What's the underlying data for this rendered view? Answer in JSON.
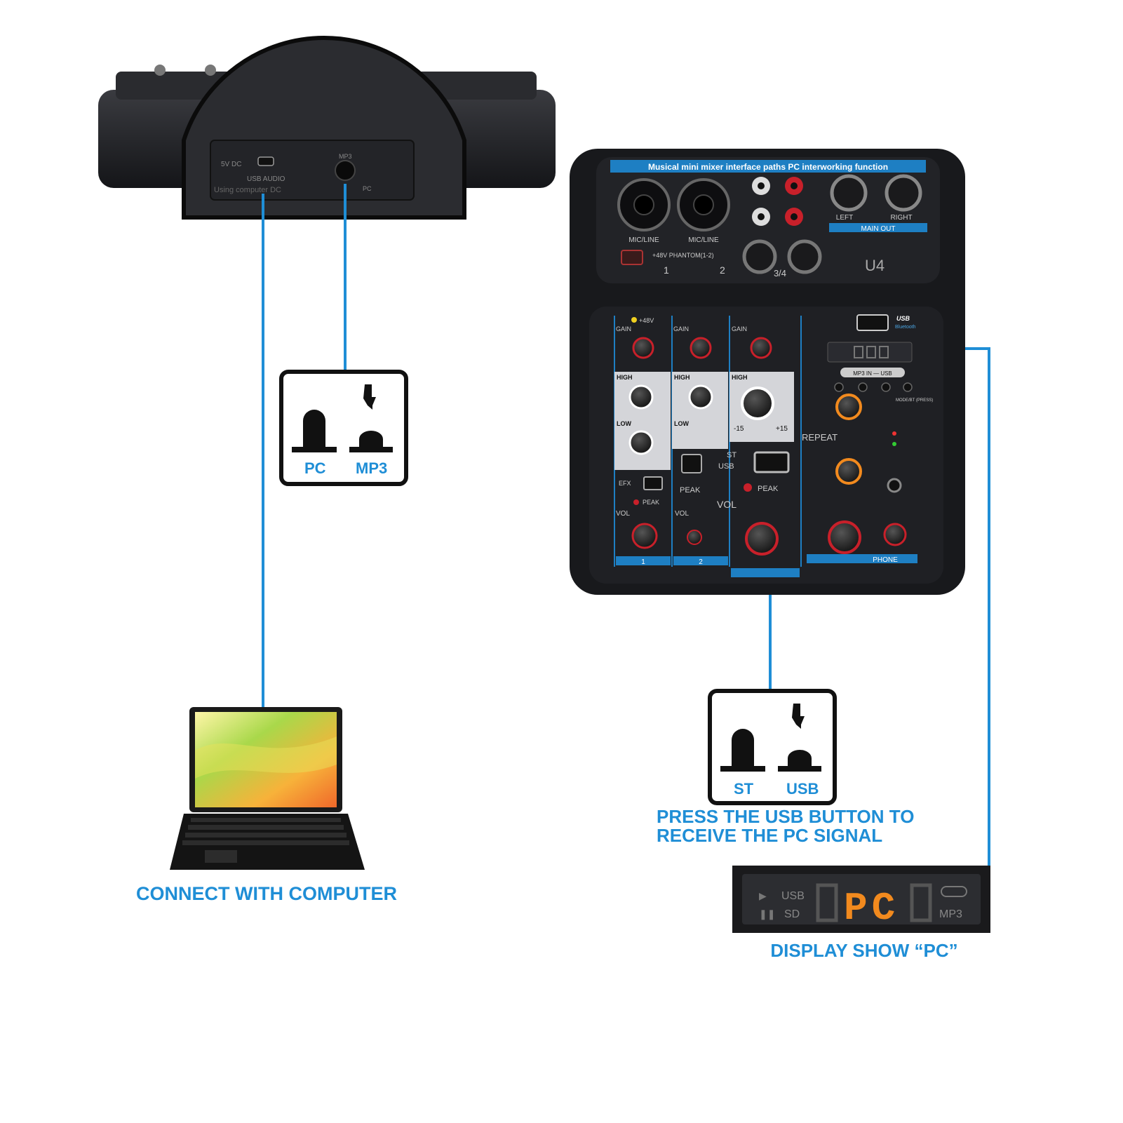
{
  "rear_panel": {
    "dc_label": "5V DC",
    "usb_label": "USB AUDIO",
    "mp3_label": "MP3",
    "pc_label": "PC",
    "caption": "Using computer DC"
  },
  "switch_pc_mp3": {
    "left_label": "PC",
    "right_label": "MP3"
  },
  "switch_st_usb": {
    "left_label": "ST",
    "right_label": "USB"
  },
  "mixer": {
    "banner": "Musical mini mixer interface paths PC interworking function",
    "model": "U4",
    "mic_line_label": "MIC/LINE",
    "phantom_label": "+48V PHANTOM(1-2)",
    "ch1": "1",
    "ch2": "2",
    "ch34": "3/4",
    "left": "LEFT",
    "right": "RIGHT",
    "main_out": "MAIN OUT",
    "gain": "GAIN",
    "high": "HIGH",
    "low": "LOW",
    "efx": "EFX",
    "peak": "PEAK",
    "vol": "VOL",
    "repeat": "REPEAT",
    "phone": "PHONE",
    "usb": "USB",
    "bluetooth": "Bluetooth",
    "mp3_usb_strip": "MP3 IN — USB",
    "plus48v": "+48V",
    "st_label": "ST",
    "usb_label": "USB",
    "mode_label": "MODE/BT (PRESS)",
    "minus15": "-15",
    "plus15": "+15"
  },
  "captions": {
    "connect": "CONNECT WITH COMPUTER",
    "press_line1": "PRESS THE USB BUTTON TO",
    "press_line2": "RECEIVE THE PC SIGNAL",
    "display_show": "DISPLAY SHOW “PC”"
  },
  "display": {
    "usb": "USB",
    "sd": "SD",
    "mp3": "MP3",
    "digits": "PC"
  },
  "colors": {
    "accent_blue": "#1f8ed6",
    "segment_orange": "#f28a1e",
    "panel_dark": "#1c1d21"
  }
}
